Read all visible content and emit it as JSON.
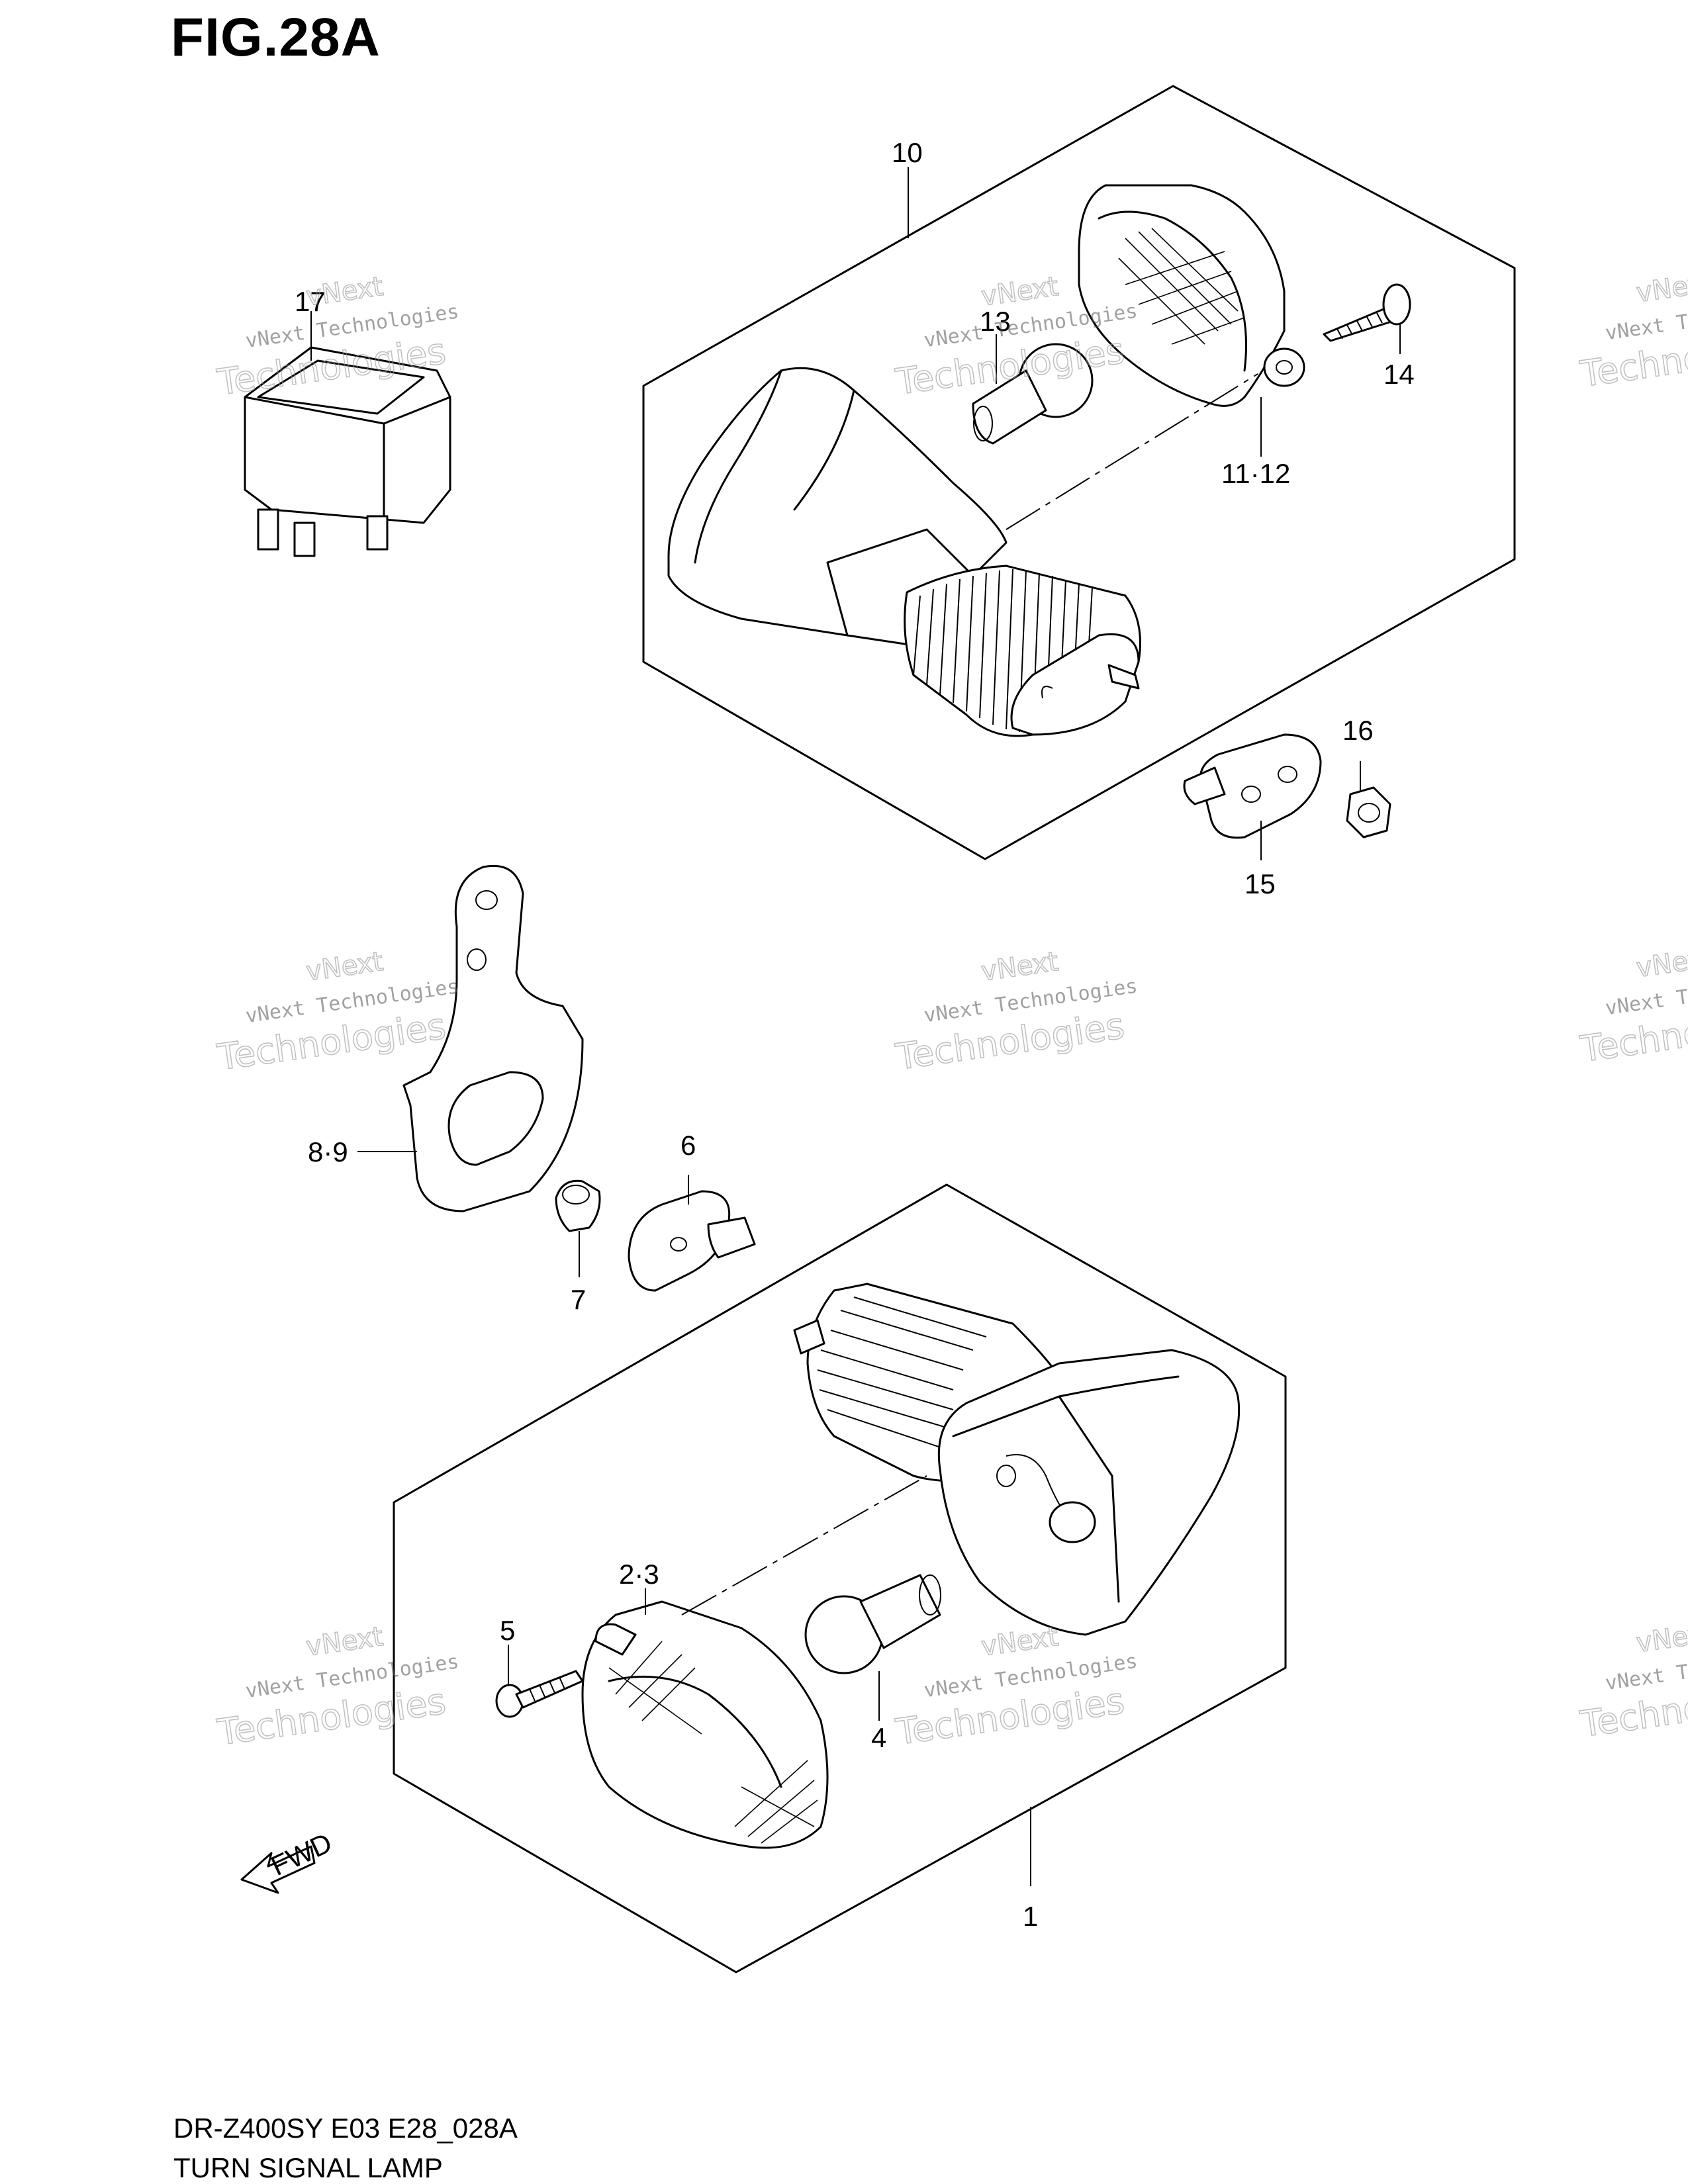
{
  "figure": {
    "title": "FIG.28A",
    "model_code": "DR-Z400SY E03 E28_028A",
    "assembly_name": "TURN SIGNAL LAMP"
  },
  "callouts": [
    {
      "id": "c1",
      "label": "1"
    },
    {
      "id": "c2",
      "label": "2·3"
    },
    {
      "id": "c4",
      "label": "4"
    },
    {
      "id": "c5",
      "label": "5"
    },
    {
      "id": "c6",
      "label": "6"
    },
    {
      "id": "c7",
      "label": "7"
    },
    {
      "id": "c8",
      "label": "8·9"
    },
    {
      "id": "c10",
      "label": "10"
    },
    {
      "id": "c11",
      "label": "11·12"
    },
    {
      "id": "c13",
      "label": "13"
    },
    {
      "id": "c14",
      "label": "14"
    },
    {
      "id": "c15",
      "label": "15"
    },
    {
      "id": "c16",
      "label": "16"
    },
    {
      "id": "c17",
      "label": "17"
    }
  ],
  "watermark": {
    "line1": "vNext Technologies",
    "line2": "Technologies",
    "line3": "vNext"
  },
  "fwd_marker": "FWD",
  "colors": {
    "ink": "#000000",
    "paper": "#ffffff",
    "watermark": "#999999"
  }
}
